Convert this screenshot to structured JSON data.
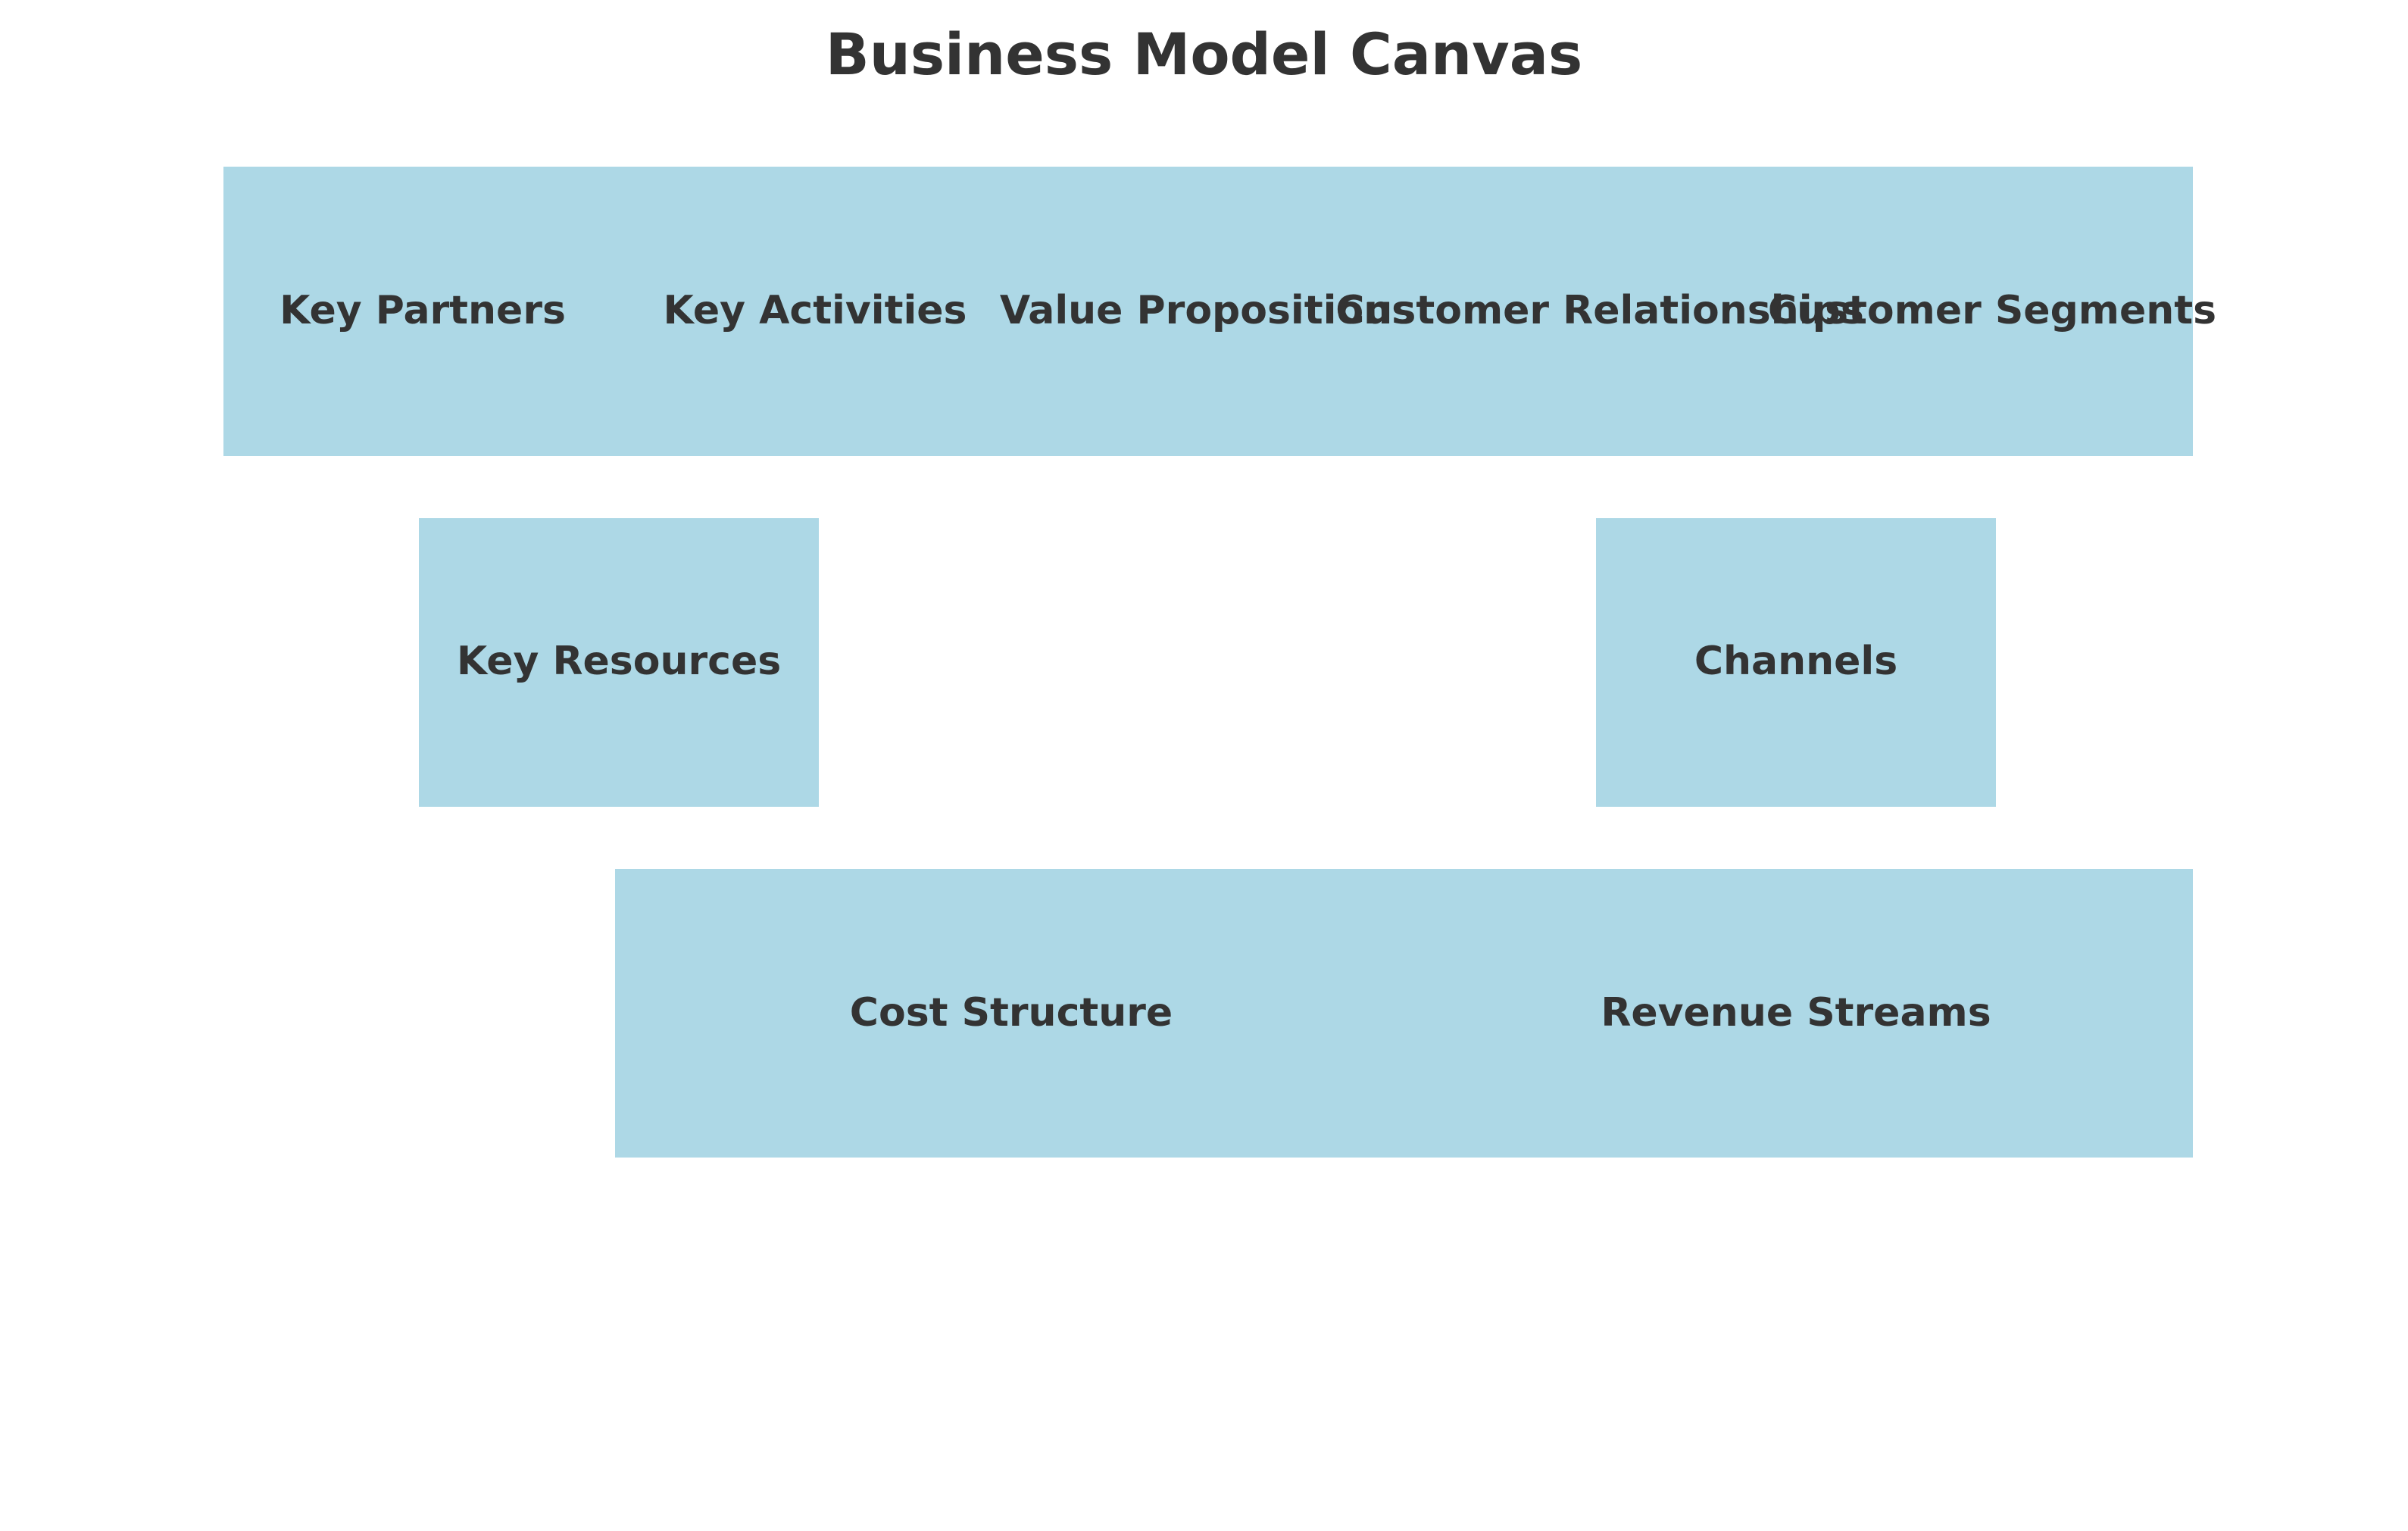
{
  "diagram": {
    "title": "Business Model Canvas",
    "colors": {
      "block_fill": "#add8e6",
      "text": "#333333",
      "background": "#ffffff"
    },
    "blocks": {
      "key_partners": "Key Partners",
      "key_activities": "Key Activities",
      "value_propositions": "Value Propositions",
      "customer_relationships": "Customer Relationships",
      "customer_segments": "Customer Segments",
      "key_resources": "Key Resources",
      "channels": "Channels",
      "cost_structure": "Cost Structure",
      "revenue_streams": "Revenue Streams"
    }
  }
}
